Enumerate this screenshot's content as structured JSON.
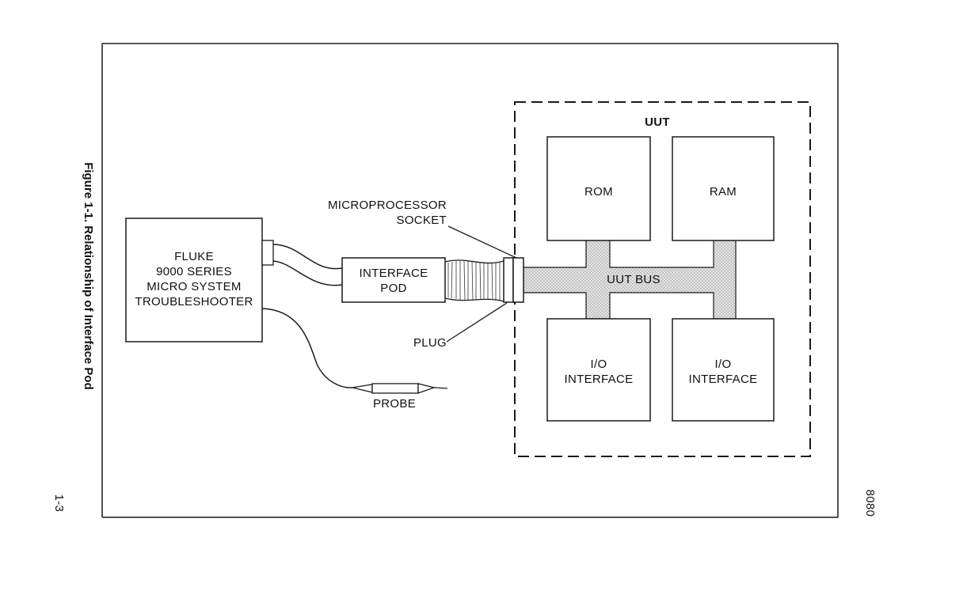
{
  "figure": {
    "caption": "Figure 1-1. Relationship of Interface Pod",
    "page_number": "1-3",
    "side_code": "8080"
  },
  "blocks": {
    "troubleshooter": [
      "FLUKE",
      "9000 SERIES",
      "MICRO SYSTEM",
      "TROUBLESHOOTER"
    ],
    "interface_pod": [
      "INTERFACE",
      "POD"
    ],
    "probe": "PROBE",
    "microprocessor_socket": [
      "MICROPROCESSOR",
      "SOCKET"
    ],
    "plug": "PLUG",
    "uut_title": "UUT",
    "uut_bus": "UUT BUS",
    "rom": "ROM",
    "ram": "RAM",
    "io_left": [
      "I/O",
      "INTERFACE"
    ],
    "io_right": [
      "I/O",
      "INTERFACE"
    ]
  },
  "colors": {
    "line": "#1a1a1a",
    "bus_fill": "#cfcfcf"
  }
}
